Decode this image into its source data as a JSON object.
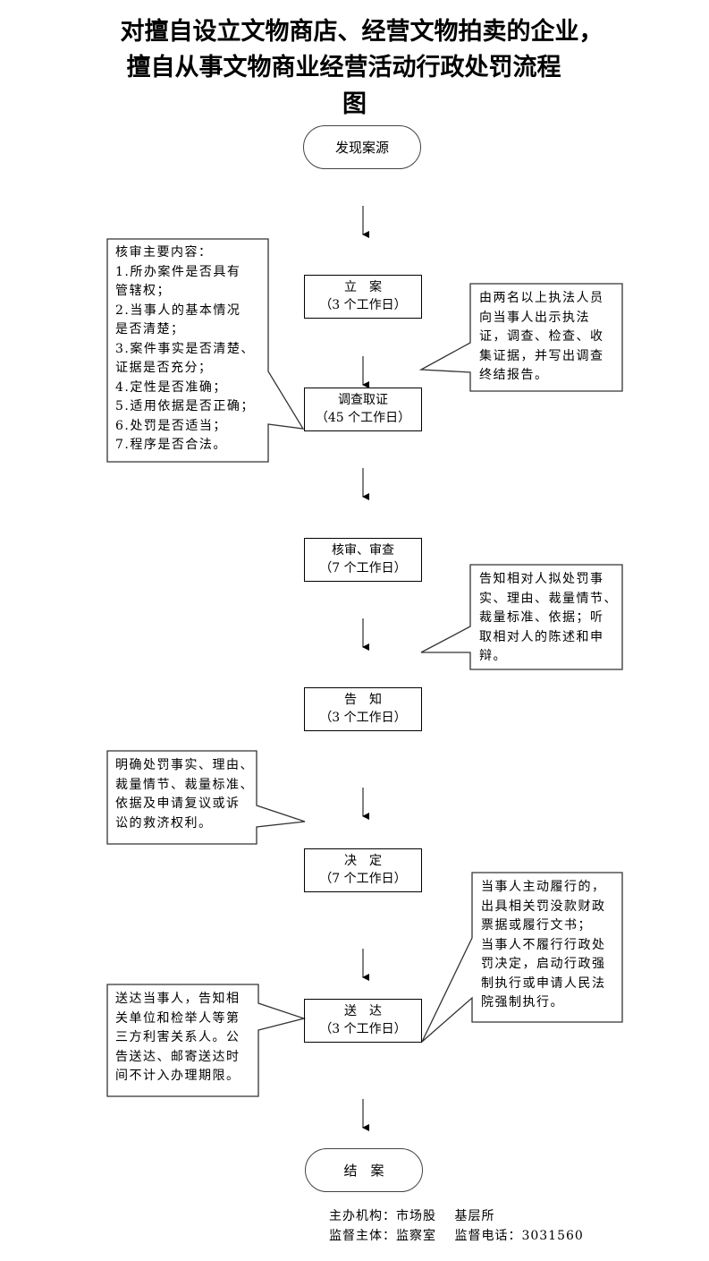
{
  "title": {
    "line1": "对擅自设立文物商店、经营文物拍卖的企业，",
    "line2": "擅自从事文物商业经营活动行政处罚流程",
    "line3": "图"
  },
  "flow": {
    "start": "发现案源",
    "steps": [
      {
        "name": "立　案",
        "duration": "（3 个工作日）"
      },
      {
        "name": "调查取证",
        "duration": "（45 个工作日）"
      },
      {
        "name": "核审、审查",
        "duration": "（7 个工作日）"
      },
      {
        "name": "告　知",
        "duration": "（3 个工作日）"
      },
      {
        "name": "决　定",
        "duration": "（7 个工作日）"
      },
      {
        "name": "送　达",
        "duration": "（3 个工作日）"
      }
    ],
    "end": "结　案"
  },
  "notes": {
    "review": [
      "核审主要内容：",
      "1.所办案件是否具有",
      "管辖权；",
      "2.当事人的基本情况",
      "是否清楚；",
      "3.案件事实是否清楚、",
      "证据是否充分；",
      "4.定性是否准确；",
      "5.适用依据是否正确；",
      "6.处罚是否适当；",
      "7.程序是否合法。"
    ],
    "investigation": [
      "由两名以上执法人员",
      "向当事人出示执法",
      "证，调查、检查、收",
      "集证据，并写出调查",
      "终结报告。"
    ],
    "notice": [
      "告知相对人拟处罚事",
      "实、理由、裁量情节、",
      "裁量标准、依据；听",
      "取相对人的陈述和申",
      "辩。"
    ],
    "decision": [
      "明确处罚事实、理由、",
      "裁量情节、裁量标准、",
      "依据及申请复议或诉",
      "讼的救济权利。"
    ],
    "execution": [
      "当事人主动履行的，",
      "出具相关罚没款财政",
      "票据或履行文书；",
      "当事人不履行行政处",
      "罚决定，启动行政强",
      "制执行或申请人民法",
      "院强制执行。"
    ],
    "delivery": [
      "送达当事人，告知相",
      "关单位和检举人等第",
      "三方利害关系人。公",
      "告送达、邮寄送达时",
      "间不计入办理期限。"
    ]
  },
  "footer": {
    "line1": "主办机构：市场股　 基层所",
    "line2": "监督主体：监察室　 监督电话：3031560"
  }
}
